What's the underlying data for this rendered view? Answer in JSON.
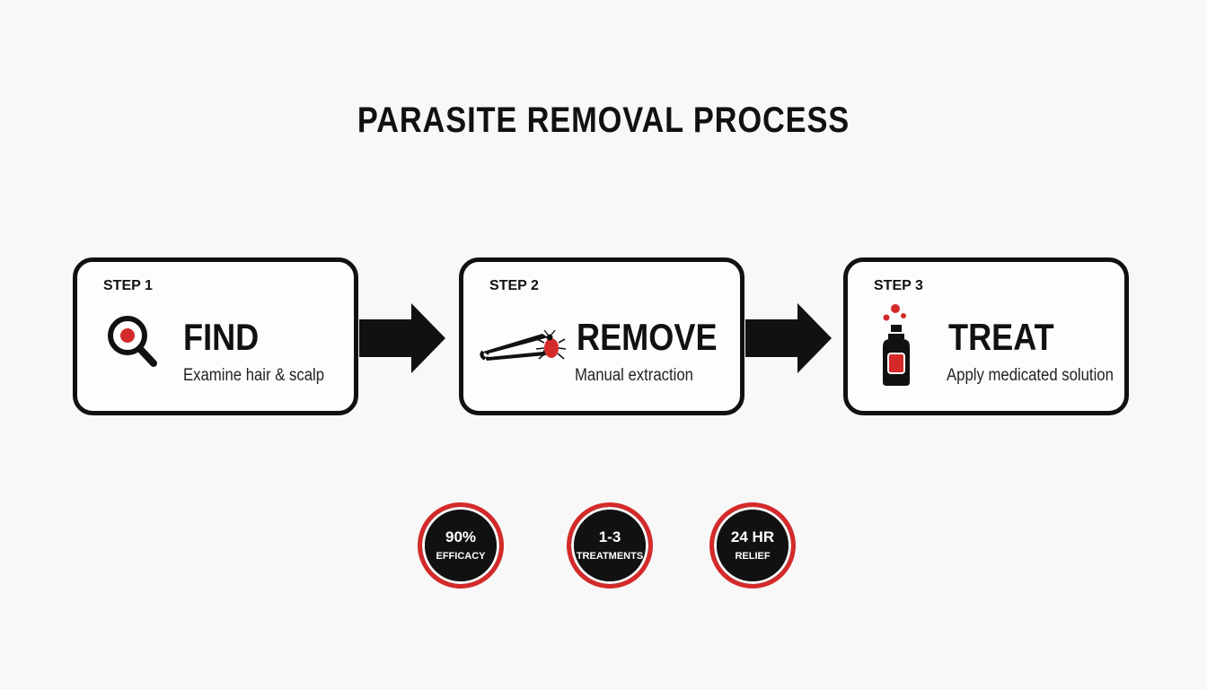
{
  "title": "PARASITE REMOVAL PROCESS",
  "colors": {
    "accent": "#d42a2a",
    "ink": "#111111",
    "background": "#f8f8f8"
  },
  "steps": [
    {
      "label": "STEP 1",
      "title": "FIND",
      "description": "Examine hair & scalp",
      "icon": "magnifier-icon"
    },
    {
      "label": "STEP 2",
      "title": "REMOVE",
      "description": "Manual extraction",
      "icon": "tweezers-icon"
    },
    {
      "label": "STEP 3",
      "title": "TREAT",
      "description": "Apply medicated solution",
      "icon": "spray-bottle-icon"
    }
  ],
  "badges": [
    {
      "value": "90%",
      "label": "EFFICACY"
    },
    {
      "value": "1-3",
      "label": "TREATMENTS"
    },
    {
      "value": "24 HR",
      "label": "RELIEF"
    }
  ]
}
